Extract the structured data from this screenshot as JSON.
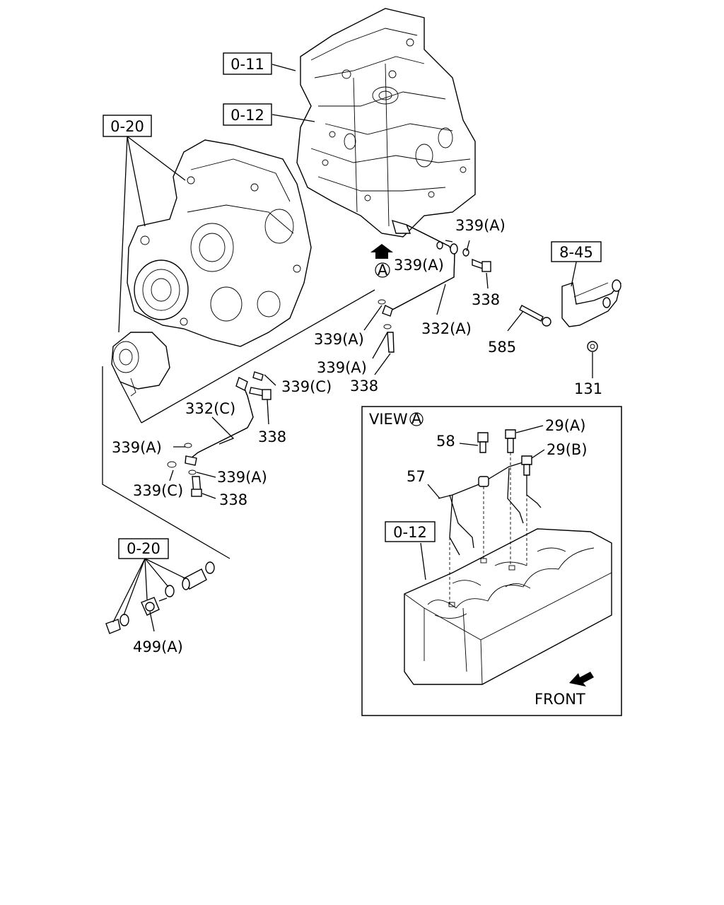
{
  "refs": {
    "ref_011": "0-11",
    "ref_012_top": "0-12",
    "ref_020_top": "0-20",
    "ref_845": "8-45",
    "ref_020_bottom": "0-20",
    "ref_012_view": "0-12"
  },
  "labels": {
    "p339a_1": "339(A)",
    "p339a_2": "339(A)",
    "circle_a": "A",
    "p338_1": "338",
    "p339a_3": "339(A)",
    "p332a": "332(A)",
    "p339a_4": "339(A)",
    "p338_2": "338",
    "p585": "585",
    "p131": "131",
    "p339c_1": "339(C)",
    "p332c": "332(C)",
    "p338_3": "338",
    "p339a_5": "339(A)",
    "p339a_6": "339(A)",
    "p339c_2": "339(C)",
    "p338_4": "338",
    "p499a": "499(A)"
  },
  "view": {
    "title": "VIEW",
    "circle": "A",
    "p58": "58",
    "p29a": "29(A)",
    "p29b": "29(B)",
    "p57": "57",
    "front": "FRONT"
  },
  "colors": {
    "ink": "#000000",
    "paper": "#ffffff"
  }
}
